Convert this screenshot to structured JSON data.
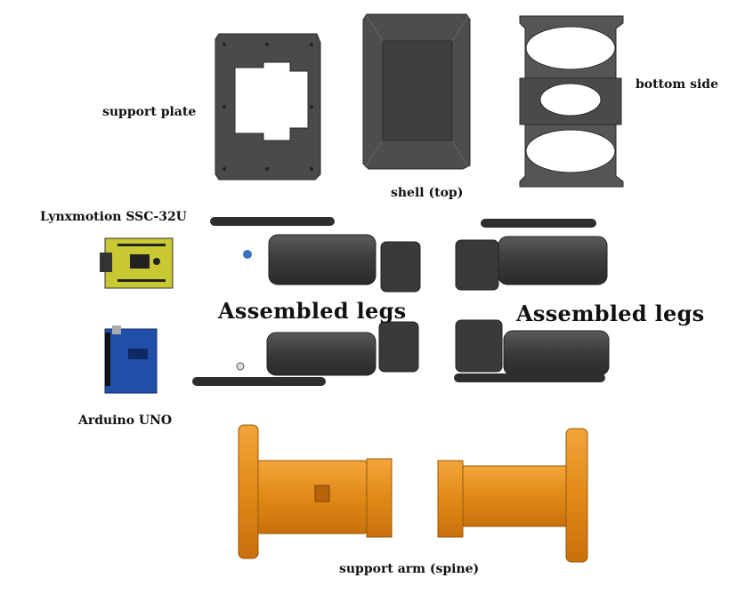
{
  "labels": {
    "support_plate": "support plate",
    "shell_top": "shell (top)",
    "bottom_side": "bottom side",
    "lynxmotion": "Lynxmotion SSC-32U",
    "arduino": "Arduino UNO",
    "assembled_legs_left": "Assembled legs",
    "assembled_legs_right": "Assembled legs",
    "support_arm": "support arm (spine)"
  },
  "colors": {
    "dark_part": "#3a3a3a",
    "shell": "#4a4a4a",
    "board_green": "#c8c832",
    "arduino_blue": "#1f4fa8",
    "spine_orange": "#e8901c"
  }
}
